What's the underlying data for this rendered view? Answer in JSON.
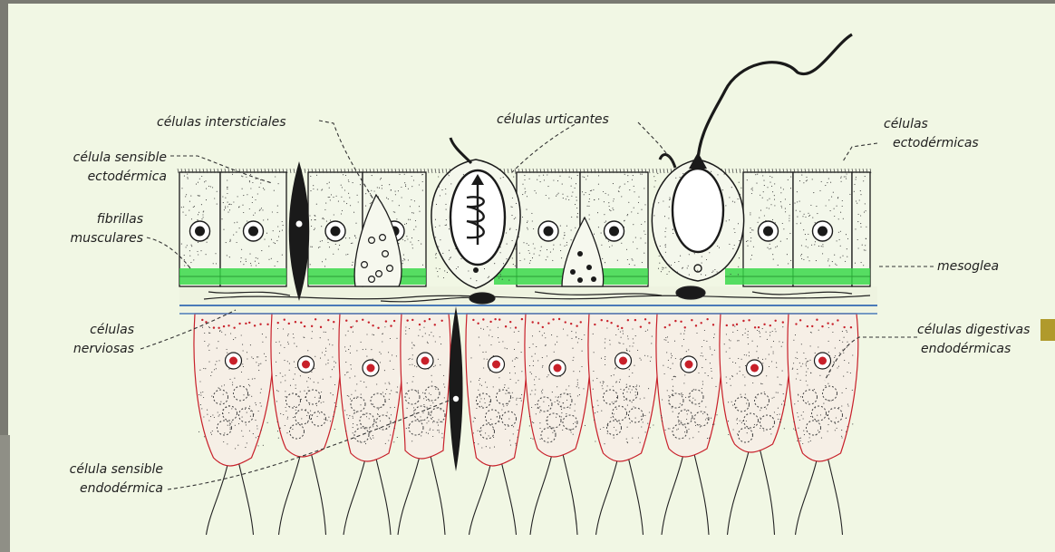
{
  "labels": {
    "interstitial": "células intersticiales",
    "cnidocytes": "células urticantes",
    "ecto_cells_1": "células",
    "ecto_cells_2": "ectodérmicas",
    "sensory_ecto_1": "célula sensible",
    "sensory_ecto_2": "ectodérmica",
    "muscle_fibrils_1": "fibrillas",
    "muscle_fibrils_2": "musculares",
    "mesoglea": "mesoglea",
    "nerve_cells_1": "células",
    "nerve_cells_2": "nerviosas",
    "digestive_cells_1": "células digestivas",
    "digestive_cells_2": "endodérmicas",
    "sensory_endo_1": "célula sensible",
    "sensory_endo_2": "endodérmica"
  },
  "colors": {
    "background": "#f1f7e4",
    "ink": "#1a1a1a",
    "muscle_green": "#39d84a",
    "endoderm_red": "#c8202a",
    "mesoglea_blue": "#4a7ab8"
  }
}
